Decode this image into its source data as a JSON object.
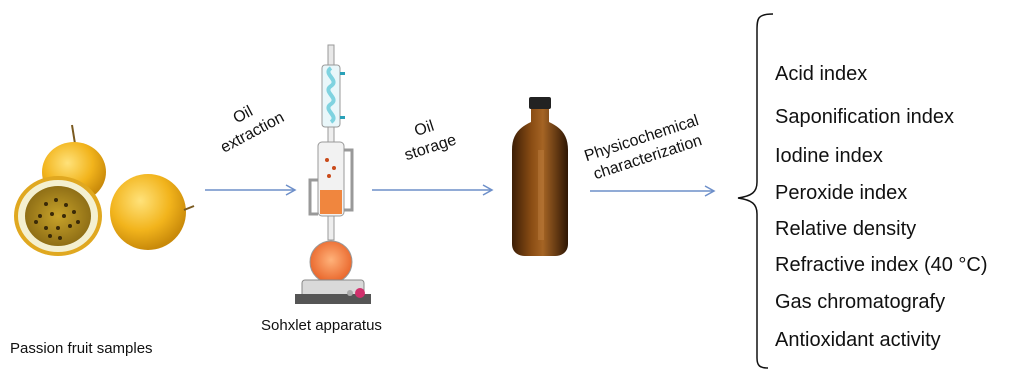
{
  "samples_label": "Passion fruit samples",
  "apparatus_label": "Sohxlet apparatus",
  "steps": {
    "extraction": [
      "Oil",
      "extraction"
    ],
    "storage": [
      "Oil",
      "storage"
    ],
    "characterization": [
      "Physicochemical",
      "characterization"
    ]
  },
  "analyses": [
    "Acid index",
    "Saponification index",
    "Iodine index",
    "Peroxide index",
    "Relative density",
    "Refractive index (40 °C)",
    "Gas chromatografy",
    "Antioxidant activity"
  ],
  "colors": {
    "arrow": "#6d8fc9",
    "fruit": "#f0b21b",
    "bottle": "#6b3a0f",
    "oil": "#f07a2a",
    "condenser": "#7fd3e0"
  }
}
